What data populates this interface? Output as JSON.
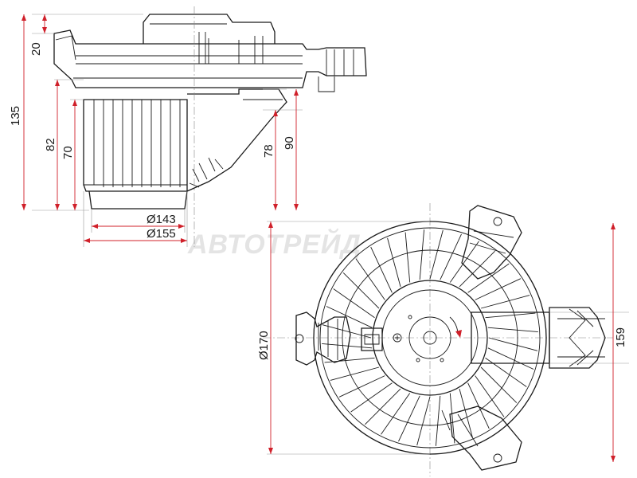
{
  "dimensions": {
    "top_view": {
      "d20": "20",
      "d135": "135",
      "d82": "82",
      "d70": "70",
      "d78": "78",
      "d90": "90",
      "d143": "Ø143",
      "d155": "Ø155"
    },
    "front_view": {
      "d170": "Ø170",
      "d159": "159"
    }
  },
  "watermark": "АВТОТРЕЙД",
  "colors": {
    "dimension_line": "#d0202a",
    "outline": "#1a1a1a",
    "watermark": "#e4e4e4"
  }
}
